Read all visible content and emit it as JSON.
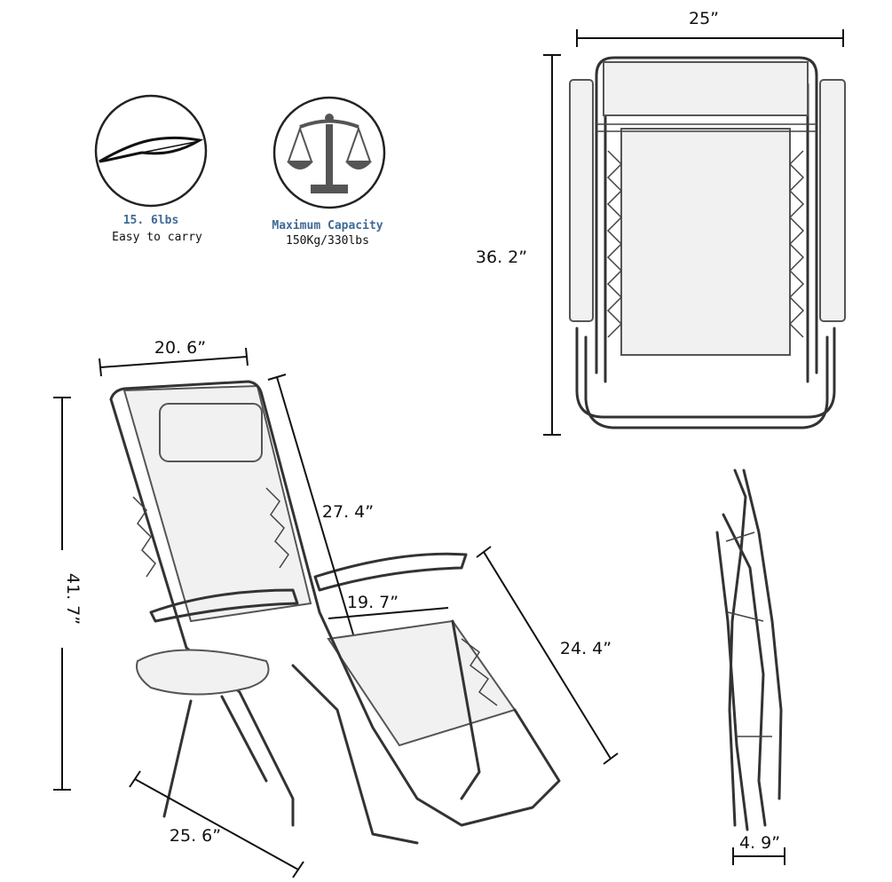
{
  "features": [
    {
      "icon": "feather-icon",
      "title": "15. 6lbs",
      "subtitle": "Easy to carry"
    },
    {
      "icon": "scale-icon",
      "title": "Maximum Capacity",
      "subtitle": "150Kg/330lbs"
    }
  ],
  "dimensions": {
    "folded_width": "25”",
    "folded_height": "36. 2”",
    "folded_thickness": "4. 9”",
    "back_width": "20. 6”",
    "overall_height": "41. 7”",
    "back_length": "27. 4”",
    "seat_width": "19. 7”",
    "seat_length": "24. 4”",
    "base_depth": "25. 6”"
  },
  "colors": {
    "accent": "#3f6a95",
    "line": "#333333"
  }
}
